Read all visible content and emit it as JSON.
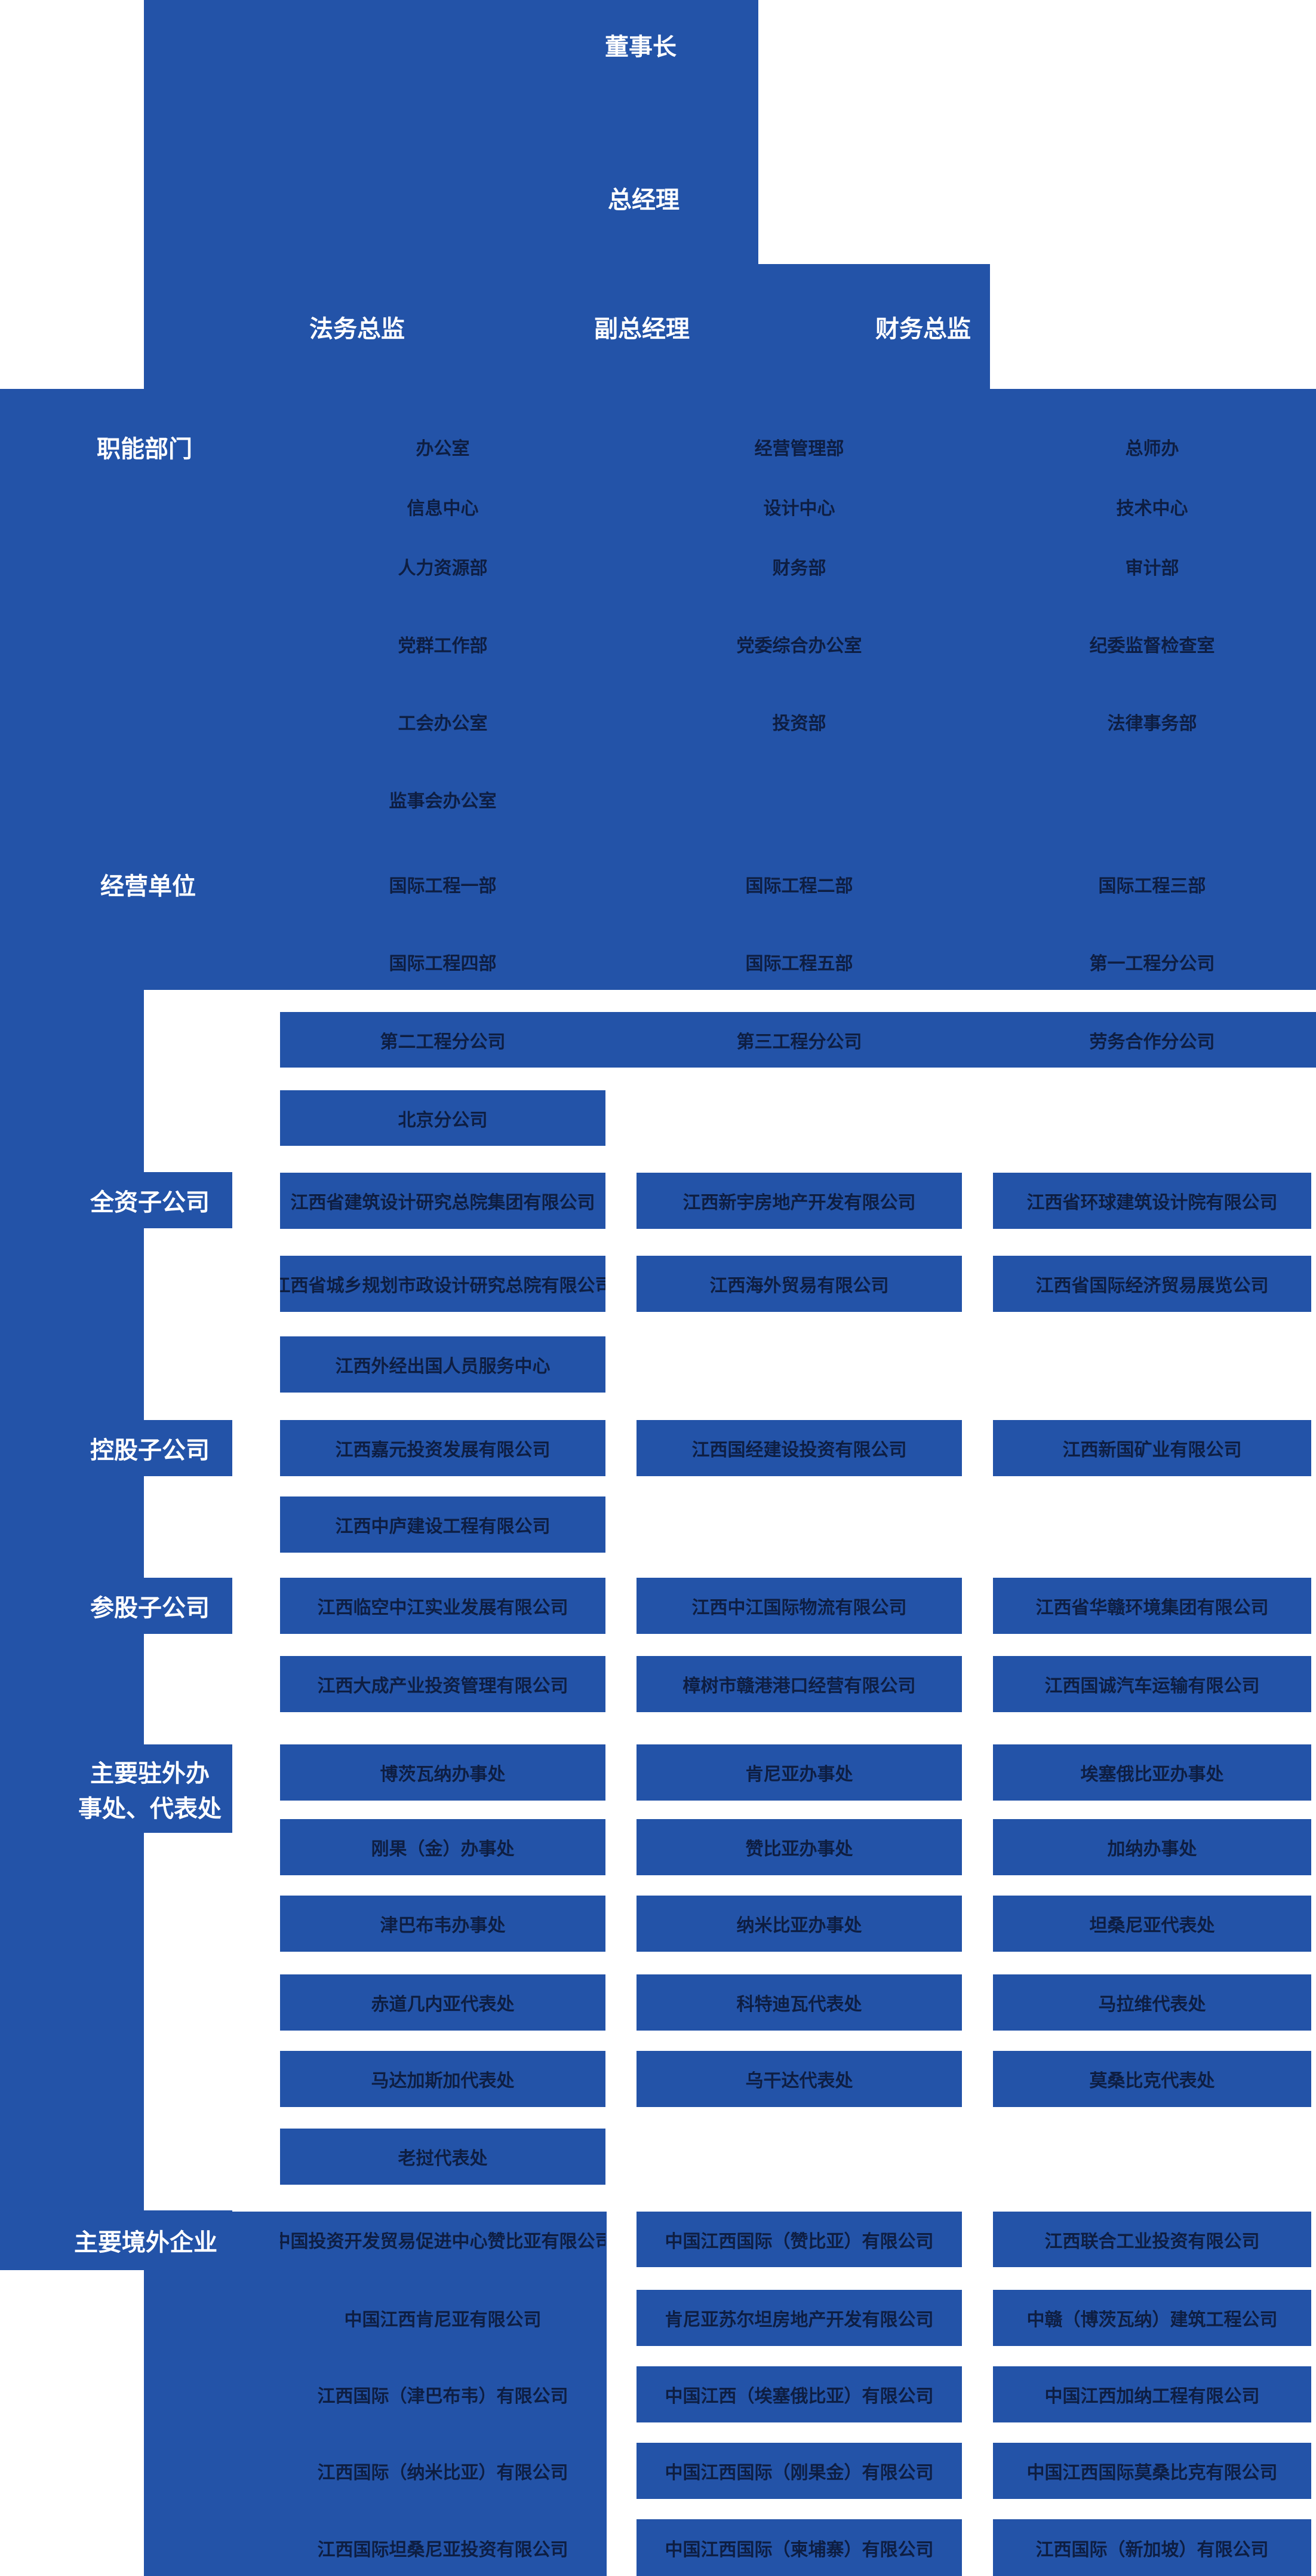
{
  "palette": {
    "blue": "#2353a8",
    "ink": "#0e1e42",
    "white": "#ffffff"
  },
  "top": {
    "chairman": "董事长",
    "general_manager": "总经理",
    "legal_director": "法务总监",
    "deputy_general_manager": "副总经理",
    "finance_director": "财务总监"
  },
  "sections": {
    "functional": {
      "label": "职能部门",
      "rows": [
        [
          "办公室",
          "经营管理部",
          "总师办"
        ],
        [
          "信息中心",
          "设计中心",
          "技术中心"
        ],
        [
          "人力资源部",
          "财务部",
          "审计部"
        ],
        [
          "党群工作部",
          "党委综合办公室",
          "纪委监督检查室"
        ],
        [
          "工会办公室",
          "投资部",
          "法律事务部"
        ],
        [
          "监事会办公室"
        ]
      ]
    },
    "operating": {
      "label": "经营单位",
      "rows": [
        [
          "国际工程一部",
          "国际工程二部",
          "国际工程三部"
        ],
        [
          "国际工程四部",
          "国际工程五部",
          "第一工程分公司"
        ],
        [
          "第二工程分公司",
          "第三工程分公司",
          "劳务合作分公司"
        ],
        [
          "北京分公司"
        ]
      ]
    },
    "wholly_owned": {
      "label": "全资子公司",
      "rows": [
        [
          "江西省建筑设计研究总院集团有限公司",
          "江西新宇房地产开发有限公司",
          "江西省环球建筑设计院有限公司"
        ],
        [
          "江西省城乡规划市政设计研究总院有限公司",
          "江西海外贸易有限公司",
          "江西省国际经济贸易展览公司"
        ],
        [
          "江西外经出国人员服务中心"
        ]
      ]
    },
    "holding": {
      "label": "控股子公司",
      "rows": [
        [
          "江西嘉元投资发展有限公司",
          "江西国经建设投资有限公司",
          "江西新国矿业有限公司"
        ],
        [
          "江西中庐建设工程有限公司"
        ]
      ]
    },
    "participating": {
      "label": "参股子公司",
      "rows": [
        [
          "江西临空中江实业发展有限公司",
          "江西中江国际物流有限公司",
          "江西省华赣环境集团有限公司"
        ],
        [
          "江西大成产业投资管理有限公司",
          "樟树市赣港港口经营有限公司",
          "江西国诚汽车运输有限公司"
        ]
      ]
    },
    "overseas_offices": {
      "label_line1": "主要驻外办",
      "label_line2": "事处、代表处",
      "rows": [
        [
          "博茨瓦纳办事处",
          "肯尼亚办事处",
          "埃塞俄比亚办事处"
        ],
        [
          "刚果（金）办事处",
          "赞比亚办事处",
          "加纳办事处"
        ],
        [
          "津巴布韦办事处",
          "纳米比亚办事处",
          "坦桑尼亚代表处"
        ],
        [
          "赤道几内亚代表处",
          "科特迪瓦代表处",
          "马拉维代表处"
        ],
        [
          "马达加斯加代表处",
          "乌干达代表处",
          "莫桑比克代表处"
        ],
        [
          "老挝代表处"
        ]
      ]
    },
    "overseas_companies": {
      "label": "主要境外企业",
      "rows": [
        [
          "中国投资开发贸易促进中心赞比亚有限公司",
          "中国江西国际（赞比亚）有限公司",
          "江西联合工业投资有限公司"
        ],
        [
          "中国江西肯尼亚有限公司",
          "肯尼亚苏尔坦房地产开发有限公司",
          "中赣（博茨瓦纳）建筑工程公司"
        ],
        [
          "江西国际（津巴布韦）有限公司",
          "中国江西（埃塞俄比亚）有限公司",
          "中国江西加纳工程有限公司"
        ],
        [
          "江西国际（纳米比亚）有限公司",
          "中国江西国际（刚果金）有限公司",
          "中国江西国际莫桑比克有限公司"
        ],
        [
          "江西国际坦桑尼亚投资有限公司",
          "中国江西国际（柬埔寨）有限公司",
          "江西国际（新加坡）有限公司"
        ]
      ]
    }
  }
}
